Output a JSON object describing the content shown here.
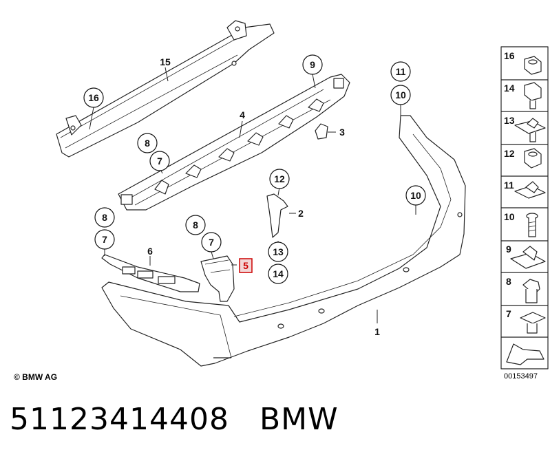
{
  "callouts": {
    "c15": "15",
    "c16": "16",
    "c9": "9",
    "c4": "4",
    "c3": "3",
    "c8a": "8",
    "c7a": "7",
    "c11": "11",
    "c10a": "10",
    "c12": "12",
    "c2": "2",
    "c10b": "10",
    "c8b": "8",
    "c7b": "7",
    "c8c": "8",
    "c7c": "7",
    "c6": "6",
    "c5": "5",
    "c13": "13",
    "c14": "14",
    "c1": "1"
  },
  "legend": {
    "items": [
      "16",
      "14",
      "13",
      "12",
      "11",
      "10",
      "9",
      "8",
      "7"
    ]
  },
  "footer": {
    "copyright": "© BMW AG",
    "diagram_ref": "00153497",
    "part_number": "51123414408",
    "brand": "BMW"
  },
  "colors": {
    "outline": "#222222",
    "highlight": "#cc0000",
    "part_fill": "#ffffff"
  }
}
